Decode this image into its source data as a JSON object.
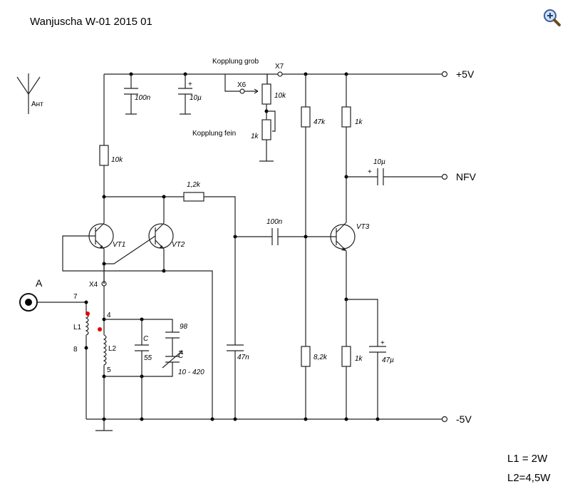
{
  "title": "Wanjuscha W-01 2015 01",
  "icons": {
    "zoom": "zoom-in-magnifier-icon"
  },
  "notes": {
    "l1": "L1 = 2W",
    "l2": "L2=4,5W"
  },
  "terminals": {
    "plus": "+5V",
    "nfv": "NFV",
    "minus": "-5V",
    "antenna": "Ант",
    "a": "A"
  },
  "labels": {
    "kopplung_grob": "Kopplung grob",
    "kopplung_fein": "Kopplung fein",
    "x4": "X4",
    "x6": "X6",
    "x7": "X7",
    "n4": "4",
    "n5": "5",
    "n7": "7",
    "n8": "8",
    "l1": "L1",
    "l2": "L2",
    "vt1": "VT1",
    "vt2": "VT2",
    "vt3": "VT3",
    "c_label": "C",
    "plus_sign": "+"
  },
  "components": {
    "c100n_top": "100n",
    "c10u_top": "10µ",
    "r10k_pot": "10k",
    "r1k_pot": "1k",
    "r10k": "10k",
    "r1_2k": "1,2k",
    "r47k": "47k",
    "r1k_col": "1k",
    "c10u_out": "10µ",
    "c100n_coupling": "100n",
    "c98": "98",
    "c55": "55",
    "c_var": "10 - 420",
    "c47n": "47n",
    "r8_2k": "8,2k",
    "r1k_em": "1k",
    "c47u": "47µ"
  },
  "colors": {
    "wire": "#222222",
    "marker": "#e00000",
    "background": "#ffffff"
  }
}
